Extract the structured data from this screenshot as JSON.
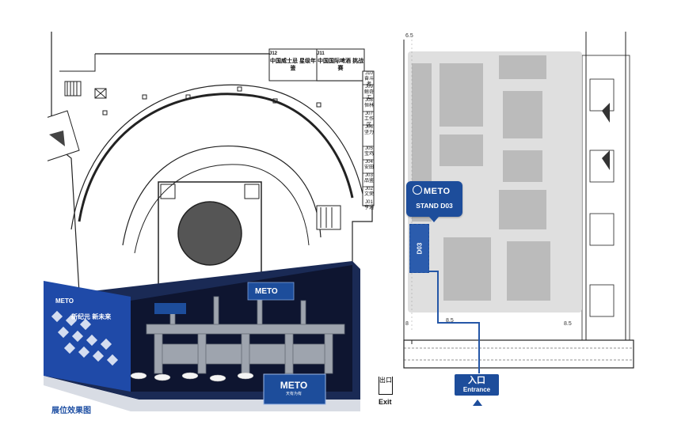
{
  "left_plan": {
    "hall_labels": [
      {
        "code": "J12",
        "text": "中国威士忌 星级年鉴"
      },
      {
        "code": "J11",
        "text": "中国国际啤酒 挑战赛"
      }
    ],
    "booth_codes": [
      "J10",
      "J09",
      "J08",
      "J07",
      "J06",
      "J05",
      "J04",
      "J03",
      "J02",
      "J01"
    ],
    "booth_names": [
      "奋斗者",
      "鲸奇汇",
      "恒林",
      "工作区",
      "坚力",
      "宝鸡",
      "安田",
      "品鉴",
      "文荣",
      "亨通"
    ]
  },
  "render": {
    "caption": "展位效果图",
    "left_panel_text": "新纪元 新未来",
    "brand": "METO",
    "brand_sub": "天有为有"
  },
  "right_plan": {
    "grid_labels": [
      "6.5",
      "8",
      "8.5",
      "8.5"
    ],
    "stand_pin": {
      "brand": "METO",
      "stand": "STAND D03"
    },
    "booth": {
      "code": "D03"
    },
    "entrance": {
      "cn": "入口",
      "en": "Entrance"
    },
    "exit": {
      "cn": "出口",
      "en": "Exit"
    }
  },
  "colors": {
    "accent": "#1d4d9b",
    "route": "#2557a7"
  }
}
